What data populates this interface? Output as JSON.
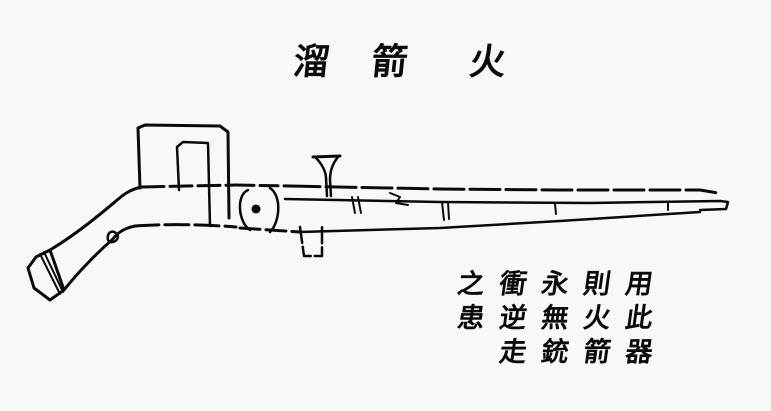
{
  "title": {
    "chars": [
      "溜",
      "箭",
      "火"
    ],
    "reading_order": "right-to-left",
    "text": "火箭溜"
  },
  "illustration": {
    "subject": "fire-arrow launcher (handgun-style firearm) line drawing",
    "parts": [
      "butt-stock",
      "grip",
      "rear-sight-frame",
      "pivot-wheel",
      "funnel-touchhole",
      "trigger-block",
      "barrel"
    ]
  },
  "caption": {
    "reading_order": "vertical columns, right-to-left",
    "columns": [
      [
        "用",
        "此",
        "器"
      ],
      [
        "則",
        "火",
        "箭"
      ],
      [
        "永",
        "無",
        "銃"
      ],
      [
        "衝",
        "逆",
        "走"
      ],
      [
        "之",
        "患"
      ]
    ]
  },
  "colors": {
    "background": "#f8f8f8",
    "ink": "#0a0a0a"
  }
}
